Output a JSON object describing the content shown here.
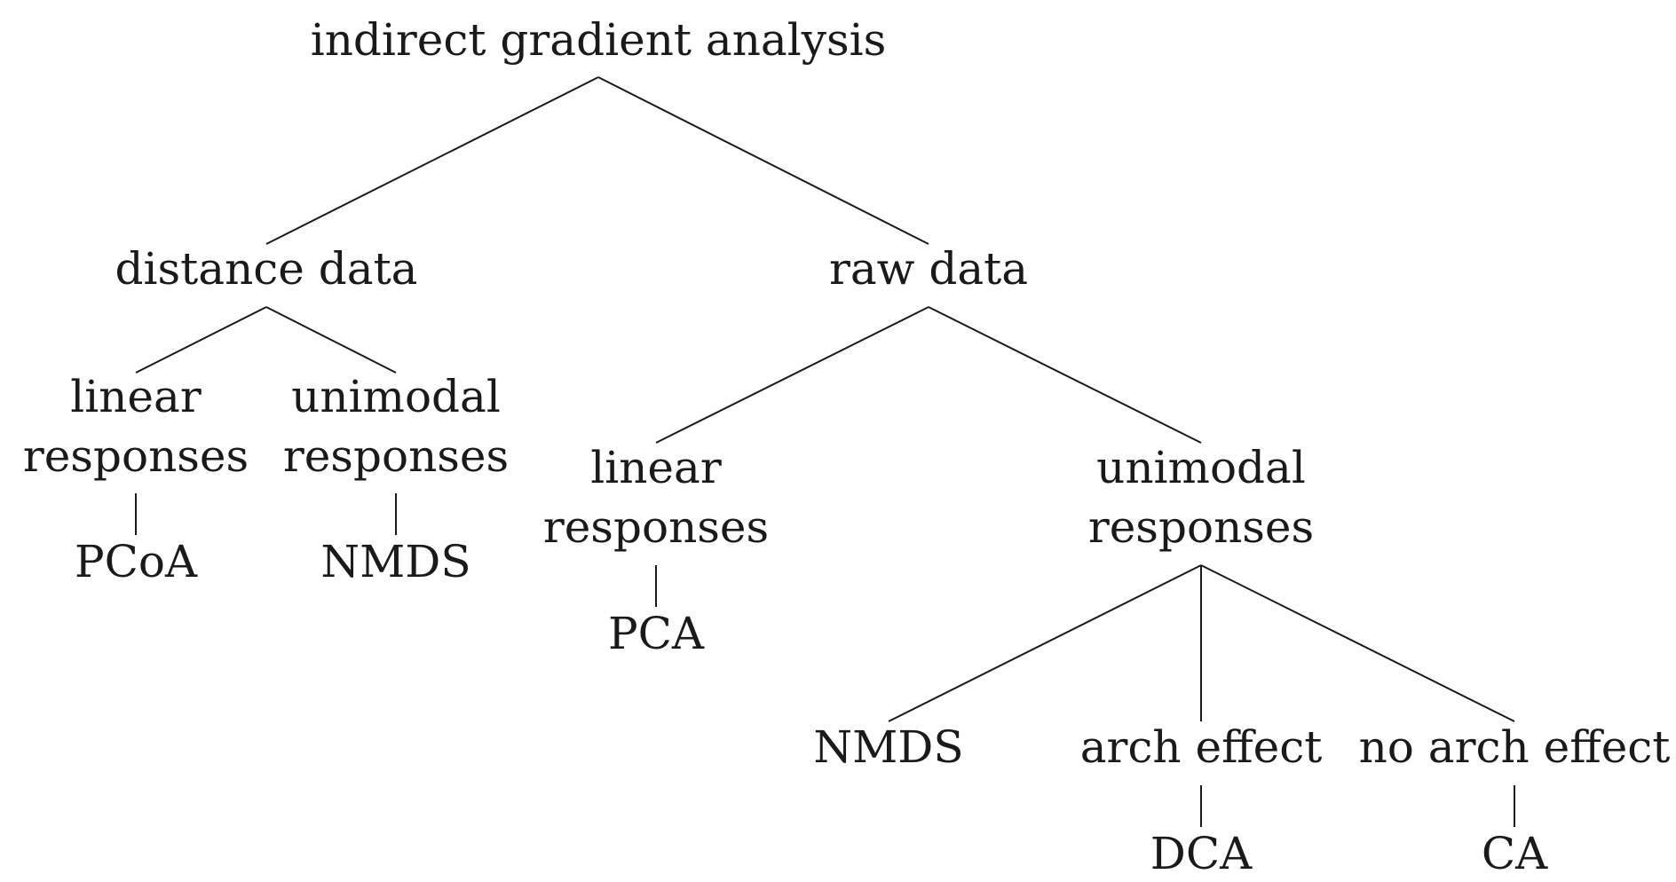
{
  "diagram": {
    "root": {
      "line1": "indirect gradient analysis"
    },
    "distance_data": {
      "line1": "distance data"
    },
    "raw_data": {
      "line1": "raw data"
    },
    "dist_linear": {
      "line1": "linear",
      "line2": "responses"
    },
    "dist_unimodal": {
      "line1": "unimodal",
      "line2": "responses"
    },
    "pcoa": {
      "line1": "PCoA"
    },
    "nmds_dist": {
      "line1": "NMDS"
    },
    "raw_linear": {
      "line1": "linear",
      "line2": "responses"
    },
    "raw_unimodal": {
      "line1": "unimodal",
      "line2": "responses"
    },
    "pca": {
      "line1": "PCA"
    },
    "nmds_raw": {
      "line1": "NMDS"
    },
    "arch_effect": {
      "line1": "arch effect"
    },
    "no_arch_effect": {
      "line1": "no arch effect"
    },
    "dca": {
      "line1": "DCA"
    },
    "ca": {
      "line1": "CA"
    }
  }
}
